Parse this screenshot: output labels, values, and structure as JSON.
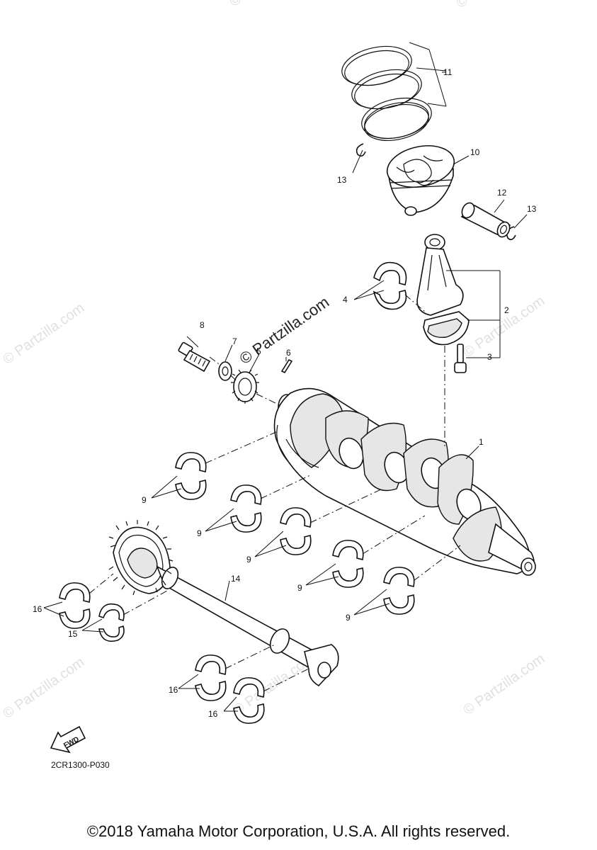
{
  "diagram": {
    "code": "2CR1300-P030",
    "copyright": "©2018 Yamaha Motor Corporation, U.S.A. All rights reserved.",
    "fwd_label": "FWD",
    "watermark": "© Partzilla.com",
    "callouts": {
      "c1": "1",
      "c2": "2",
      "c3": "3",
      "c4": "4",
      "c5": "5",
      "c6": "6",
      "c7": "7",
      "c8": "8",
      "c9": "9",
      "c10": "10",
      "c11": "11",
      "c12": "12",
      "c13": "13",
      "c14": "14",
      "c15": "15",
      "c16": "16"
    }
  }
}
